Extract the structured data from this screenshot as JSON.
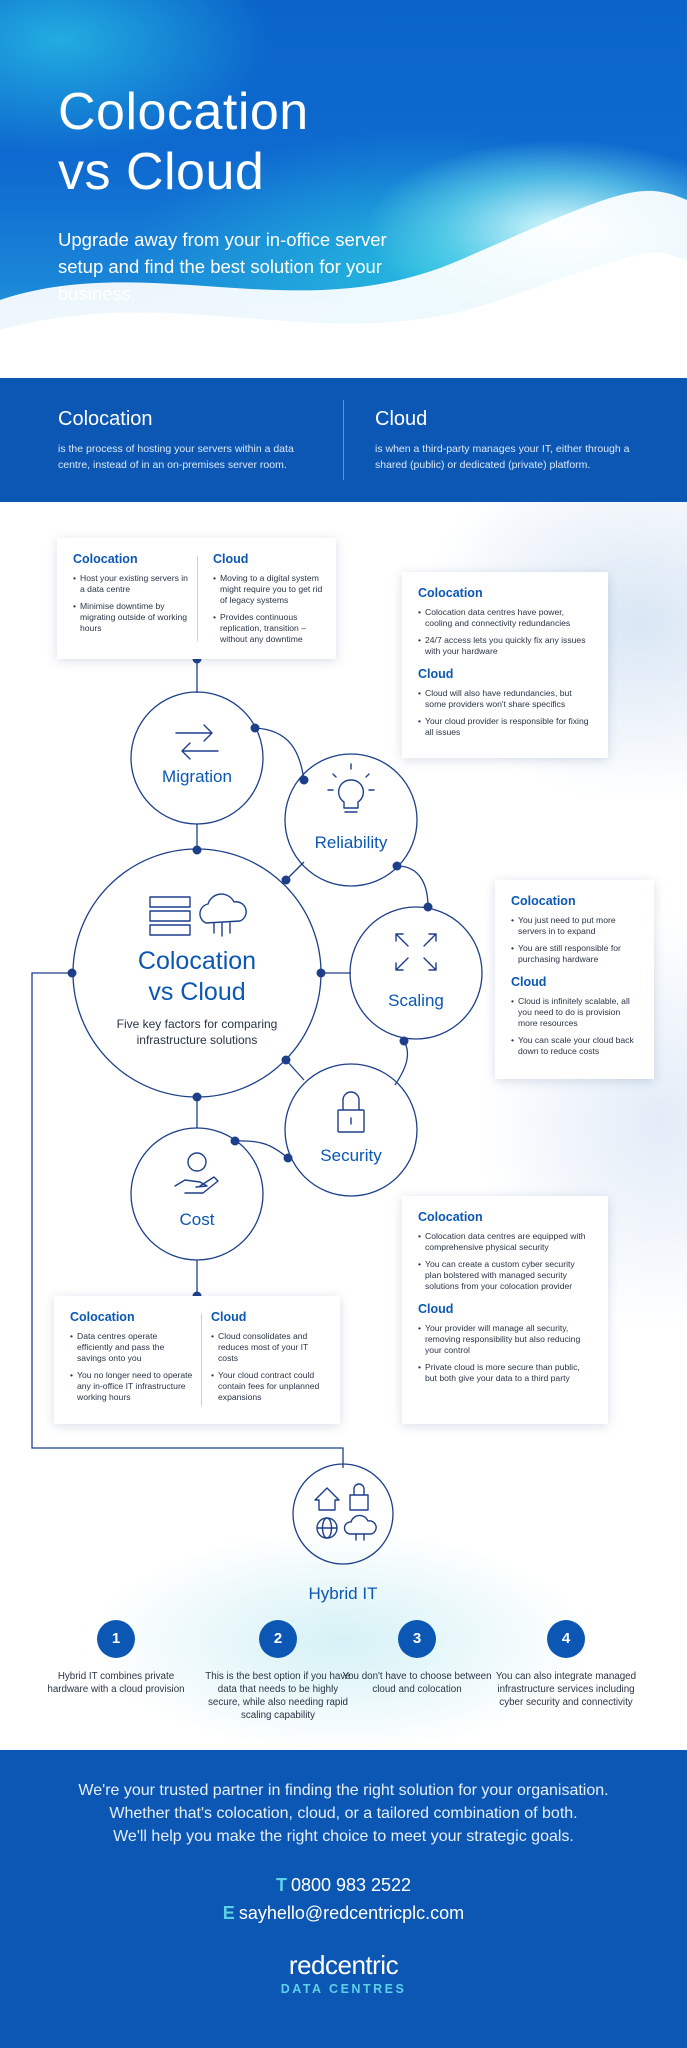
{
  "hero": {
    "title_line1": "Colocation",
    "title_line2": "vs Cloud",
    "subtitle": "Upgrade away from your in-office server setup and find the best solution for your business."
  },
  "definitions": {
    "colocation": {
      "title": "Colocation",
      "text": "is the process of hosting your servers within a data centre, instead of in an on-premises server room."
    },
    "cloud": {
      "title": "Cloud",
      "text": "is when a third-party manages your IT, either through a shared (public) or dedicated (private) platform."
    }
  },
  "center": {
    "title_line1": "Colocation",
    "title_line2": "vs Cloud",
    "subtitle": "Five key factors for comparing infrastructure solutions"
  },
  "nodes": {
    "migration": "Migration",
    "reliability": "Reliability",
    "scaling": "Scaling",
    "security": "Security",
    "cost": "Cost",
    "hybrid": "Hybrid IT"
  },
  "cards": {
    "migration": {
      "colocation_title": "Colocation",
      "colocation_items": [
        "Host your existing servers in a data centre",
        "Minimise downtime by migrating outside of working hours"
      ],
      "cloud_title": "Cloud",
      "cloud_items": [
        "Moving to a digital system might require you to get rid of legacy systems",
        "Provides continuous replication, transition – without any downtime"
      ]
    },
    "reliability": {
      "colocation_title": "Colocation",
      "colocation_items": [
        "Colocation data centres have power, cooling and connectivity redundancies",
        "24/7 access lets you quickly fix any issues with your hardware"
      ],
      "cloud_title": "Cloud",
      "cloud_items": [
        "Cloud will also have redundancies, but some providers won't share specifics",
        "Your cloud provider is responsible for fixing all issues"
      ]
    },
    "scaling": {
      "colocation_title": "Colocation",
      "colocation_items": [
        "You just need to put more servers in to expand",
        "You are still responsible for purchasing hardware"
      ],
      "cloud_title": "Cloud",
      "cloud_items": [
        "Cloud is infinitely scalable, all you need to do is provision more resources",
        "You can scale your cloud back down to reduce costs"
      ]
    },
    "security": {
      "colocation_title": "Colocation",
      "colocation_items": [
        "Colocation data centres are equipped with comprehensive physical security",
        "You can create a custom cyber security plan bolstered with managed security solutions from your colocation provider"
      ],
      "cloud_title": "Cloud",
      "cloud_items": [
        "Your provider will manage all security, removing responsibility but also reducing your control",
        "Private cloud is more secure than public, but both give your data to a third party"
      ]
    },
    "cost": {
      "colocation_title": "Colocation",
      "colocation_items": [
        "Data centres operate efficiently and pass the savings onto you",
        "You no longer need to operate any in-office IT infrastructure working hours"
      ],
      "cloud_title": "Cloud",
      "cloud_items": [
        "Cloud consolidates and reduces most of your IT costs",
        "Your cloud contract could contain fees for unplanned expansions"
      ]
    }
  },
  "hybrid_steps": [
    {
      "num": "1",
      "text": "Hybrid IT combines private hardware with a cloud provision"
    },
    {
      "num": "2",
      "text": "This is the best option if you have data that needs to be highly secure, while also needing rapid scaling capability"
    },
    {
      "num": "3",
      "text": "You don't have to choose between cloud and colocation"
    },
    {
      "num": "4",
      "text": "You can also integrate managed infrastructure services including cyber security and connectivity"
    }
  ],
  "footer": {
    "line1": "We're your trusted partner in finding the right solution for your organisation.",
    "line2": "Whether that's colocation, cloud, or a tailored combination of both.",
    "line3": "We'll help you make the right choice to meet your strategic goals.",
    "phone_label": "T",
    "phone": "0800 983 2522",
    "email_label": "E",
    "email": "sayhello@redcentricplc.com",
    "brand": "redcentric",
    "brand_sub": "DATA CENTRES"
  },
  "colors": {
    "brand_blue": "#0b57b3",
    "accent_cyan": "#5ed0e8",
    "node_stroke": "#1d3f8a"
  }
}
